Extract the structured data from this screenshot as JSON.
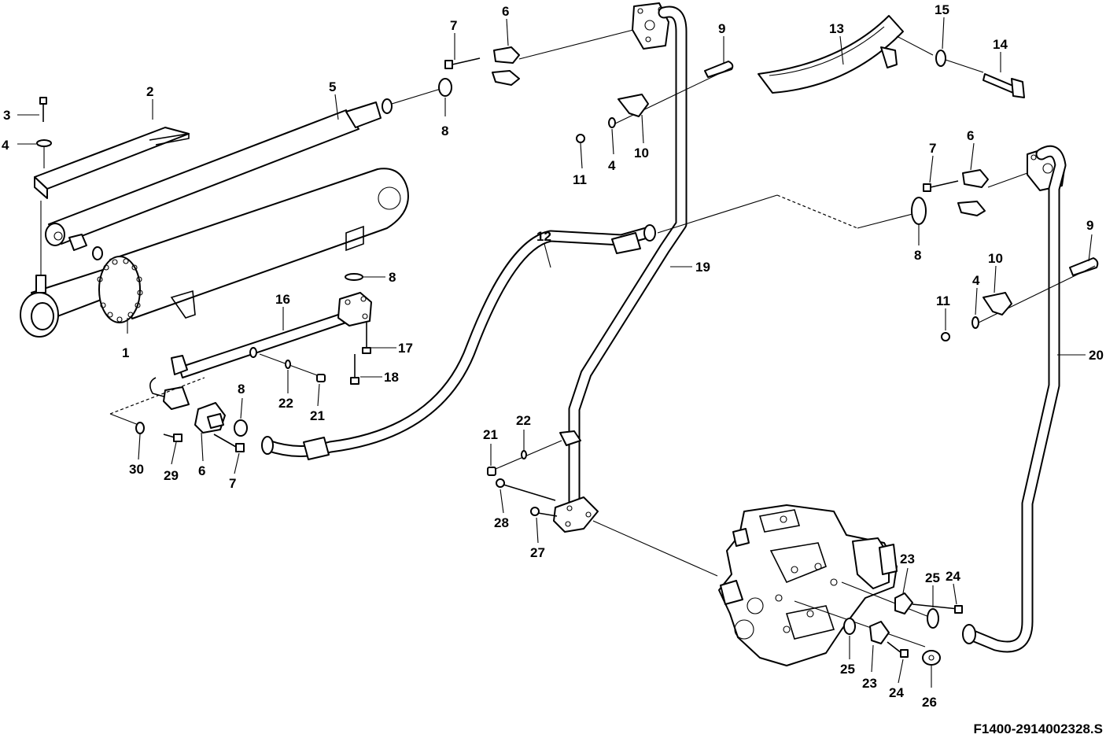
{
  "drawing_code": "F1400-2914002328.S",
  "callout_numbers": {
    "n1": "1",
    "n2": "2",
    "n3": "3",
    "n4": "4",
    "n5": "5",
    "n6": "6",
    "n7": "7",
    "n8": "8",
    "n9": "9",
    "n10": "10",
    "n11": "11",
    "n12": "12",
    "n13": "13",
    "n14": "14",
    "n15": "15",
    "n16": "16",
    "n17": "17",
    "n18": "18",
    "n19": "19",
    "n20": "20",
    "n21": "21",
    "n22": "22",
    "n23": "23",
    "n24": "24",
    "n25": "25",
    "n26": "26",
    "n27": "27",
    "n28": "28",
    "n29": "29",
    "n30": "30"
  },
  "colors": {
    "line": "#000000",
    "background": "#ffffff"
  }
}
